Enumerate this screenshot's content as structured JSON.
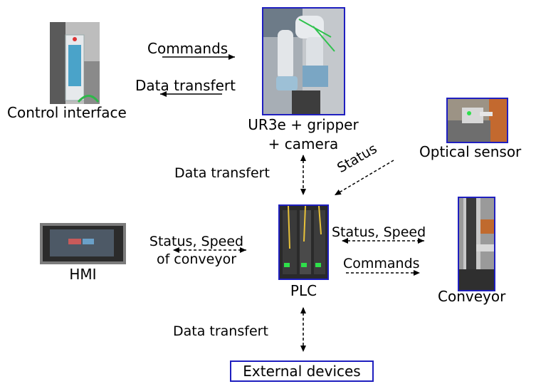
{
  "nodes": {
    "control_interface": "Control interface",
    "robot_line1": "UR3e + gripper",
    "robot_line2": "+ camera",
    "optical_sensor": "Optical sensor",
    "hmi": "HMI",
    "plc": "PLC",
    "conveyor": "Conveyor",
    "external_devices": "External devices"
  },
  "edges": {
    "commands_top": "Commands",
    "data_transfert_top": "Data transfert",
    "data_transfert_robot_plc": "Data transfert",
    "status_sensor": "Status",
    "hmi_line1": "Status, Speed",
    "hmi_line2": "of conveyor",
    "conveyor_status": "Status, Speed",
    "conveyor_commands": "Commands",
    "data_transfert_external": "Data transfert"
  },
  "colors": {
    "frame": "#1f1fbf",
    "arrow": "#000000"
  },
  "icons": {
    "control_interface": "control-interface-photo",
    "robot": "robot-arm-photo",
    "optical_sensor": "optical-sensor-photo",
    "hmi": "hmi-screen-photo",
    "plc": "plc-photo",
    "conveyor": "conveyor-photo"
  }
}
